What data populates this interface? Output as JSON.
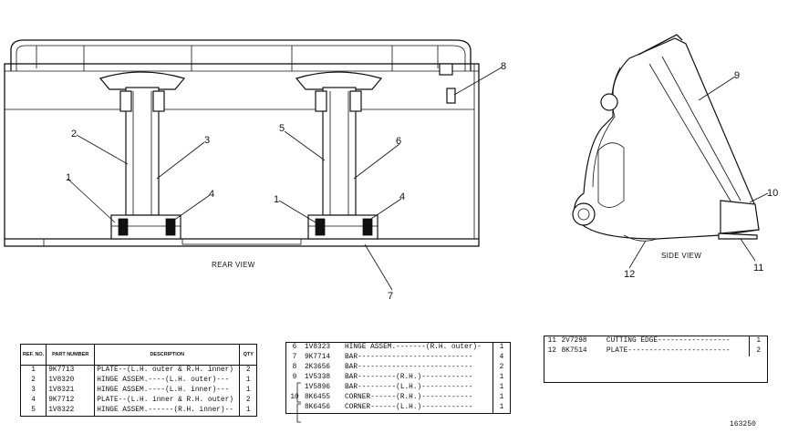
{
  "views": {
    "rear": "REAR VIEW",
    "side": "SIDE VIEW"
  },
  "callouts": [
    "1",
    "2",
    "3",
    "4",
    "5",
    "6",
    "1",
    "4",
    "7",
    "8",
    "9",
    "10",
    "11",
    "12"
  ],
  "table1": {
    "headers": {
      "ref": "REF. NO.",
      "part": "PART NUMBER",
      "desc": "DESCRIPTION",
      "qty": "QTY"
    },
    "rows": [
      {
        "ref": "1",
        "part": "9K7713",
        "desc": "PLATE--(L.H. outer & R.H. inner)",
        "qty": "2"
      },
      {
        "ref": "2",
        "part": "1V8320",
        "desc": "HINGE ASSEM.----(L.H. outer)---",
        "qty": "1"
      },
      {
        "ref": "3",
        "part": "1V8321",
        "desc": "HINGE ASSEM.----(L.H. inner)---",
        "qty": "1"
      },
      {
        "ref": "4",
        "part": "9K7712",
        "desc": "PLATE--(L.H. inner & R.H. outer)",
        "qty": "2"
      },
      {
        "ref": "5",
        "part": "1V8322",
        "desc": "HINGE ASSEM.------(R.H. inner)--",
        "qty": "1"
      }
    ]
  },
  "table2": {
    "rows": [
      {
        "ref": "6",
        "part": "1V8323",
        "desc": "HINGE ASSEM.-------(R.H. outer)-",
        "qty": "1"
      },
      {
        "ref": "7",
        "part": "9K7714",
        "desc": "BAR---------------------------",
        "qty": "4"
      },
      {
        "ref": "8",
        "part": "2K3656",
        "desc": "BAR---------------------------",
        "qty": "2"
      },
      {
        "ref": "9",
        "part": "1V5338",
        "desc": "BAR---------(R.H.)------------",
        "qty": "1"
      },
      {
        "ref": "",
        "part": "1V5896",
        "desc": "BAR---------(L.H.)------------",
        "qty": "1"
      },
      {
        "ref": "10",
        "part": "8K6455",
        "desc": "CORNER------(R.H.)------------",
        "qty": "1"
      },
      {
        "ref": "",
        "part": "8K6456",
        "desc": "CORNER------(L.H.)------------",
        "qty": "1"
      }
    ]
  },
  "table3": {
    "rows": [
      {
        "ref": "11",
        "part": "2V7298",
        "desc": "CUTTING EDGE-----------------",
        "qty": "1"
      },
      {
        "ref": "12",
        "part": "8K7514",
        "desc": "PLATE------------------------",
        "qty": "2"
      }
    ]
  },
  "figure_number": "163250"
}
